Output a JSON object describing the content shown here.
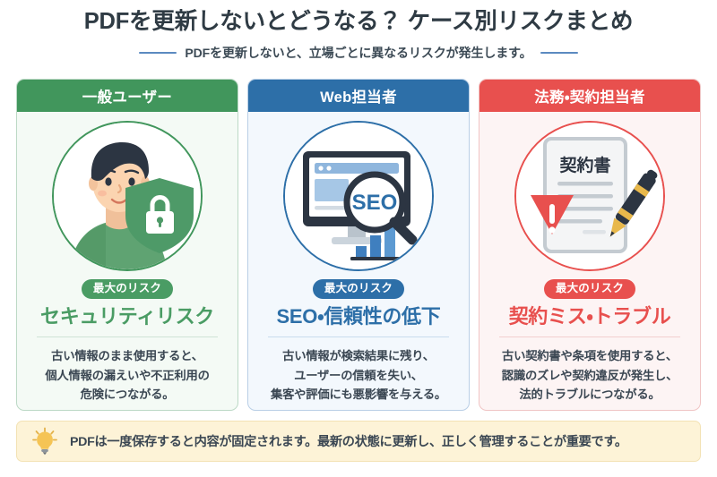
{
  "header": {
    "title": "PDFを更新しないとどうなる？ ケース別リスクまとめ",
    "subtitle": "PDFを更新しないと、立場ごとに異なるリスクが発生します。",
    "rule_color": "#5b8ac0",
    "title_color": "#2f3b44"
  },
  "cards": [
    {
      "id": "general-user",
      "head_label": "一般ユーザー",
      "accent": "#41965c",
      "body_bg": "#f4faf5",
      "badge_label": "最大のリスク",
      "risk_title": "セキュリティリスク",
      "illustration": "person-with-shield-lock-icon",
      "description_lines": [
        "古い情報のまま使用すると、",
        "個人情報の漏えいや不正利用の",
        "危険につながる。"
      ]
    },
    {
      "id": "web-manager",
      "head_label": "Web担当者",
      "accent": "#2d6fa8",
      "body_bg": "#f3f8fd",
      "badge_label": "最大のリスク",
      "risk_title": "SEO・信頼性の低下",
      "illustration": "monitor-seo-magnifier-chart-icon",
      "illustration_text": "SEO",
      "description_lines": [
        "古い情報が検索結果に残り、",
        "ユーザーの信頼を失い、",
        "集客や評価にも悪影響を与える。"
      ]
    },
    {
      "id": "legal-contract",
      "head_label": "法務・契約担当者",
      "accent": "#e8504e",
      "body_bg": "#fdf4f4",
      "badge_label": "最大のリスク",
      "risk_title": "契約ミス・トラブル",
      "illustration": "contract-document-warning-pen-icon",
      "illustration_text": "契約書",
      "description_lines": [
        "古い契約書や条項を使用すると、",
        "認識のズレや契約違反が発生し、",
        "法的トラブルにつながる。"
      ]
    }
  ],
  "footer": {
    "icon": "lightbulb-icon",
    "text": "PDFは一度保存すると内容が固定されます。最新の状態に更新し、正しく管理することが重要です。",
    "bg_color": "#fdf3d7",
    "bulb_color": "#f5c455"
  }
}
